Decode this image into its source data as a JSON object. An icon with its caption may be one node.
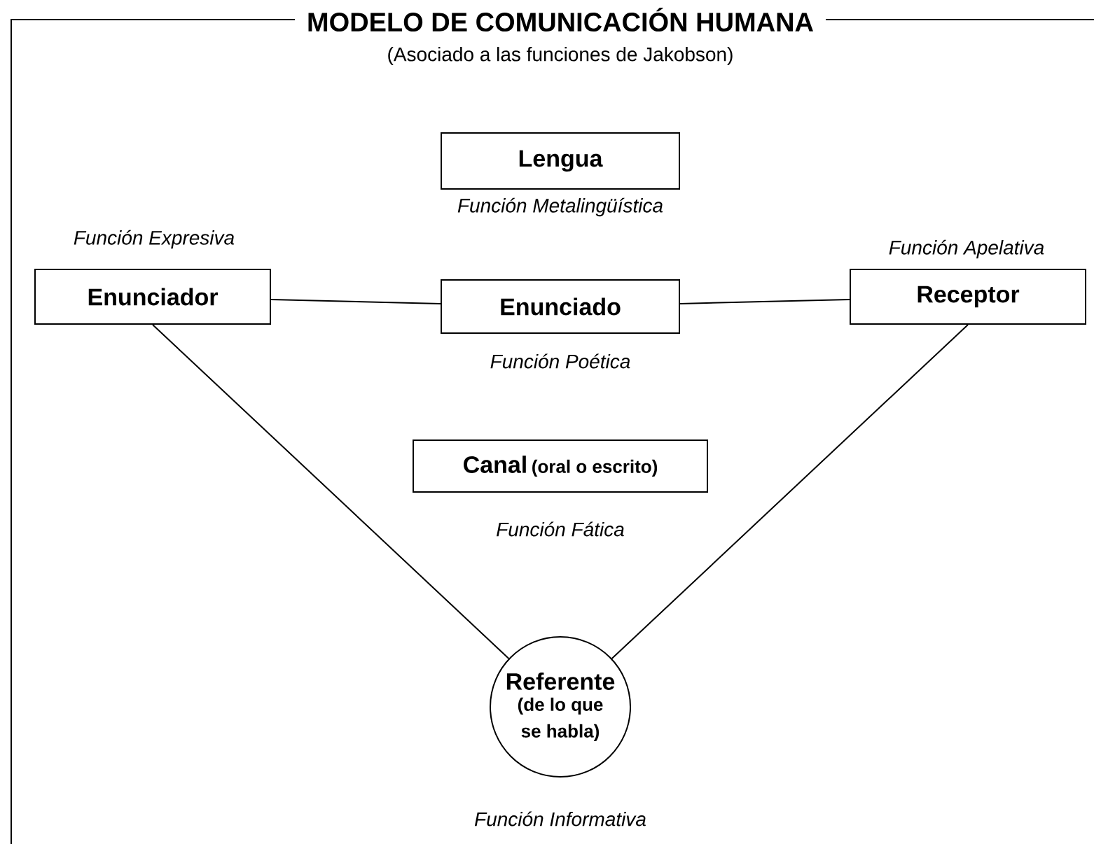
{
  "diagram": {
    "title": "MODELO DE COMUNICACIÓN HUMANA",
    "caption": "(Asociado a las funciones de Jakobson)",
    "nodes": [
      {
        "text": [
          "Lengua"
        ],
        "beside": [
          "Función Metalingüística"
        ]
      },
      {
        "text": [
          "Enunciador"
        ],
        "beside": [
          "Función Expresiva"
        ]
      },
      {
        "text": [
          "Enunciado"
        ],
        "beside": [
          "Función Poética"
        ]
      },
      {
        "text": [
          "Receptor"
        ],
        "beside": [
          "Función Apelativa"
        ]
      },
      {
        "text": [
          "Canal",
          "(oral o escrito)"
        ],
        "beside": [
          "Función Fática"
        ]
      },
      {
        "text": [
          "Referente",
          "(de lo que se habla)"
        ],
        "beside": [
          "Función Informativa"
        ]
      }
    ],
    "edges": [
      {
        "from": 1,
        "to": 2,
        "arrow": "none"
      },
      {
        "from": 2,
        "to": 3,
        "arrow": "none"
      },
      {
        "from": 1,
        "to": 5,
        "arrow": "none"
      },
      {
        "from": 3,
        "to": 5,
        "arrow": "none"
      }
    ]
  }
}
